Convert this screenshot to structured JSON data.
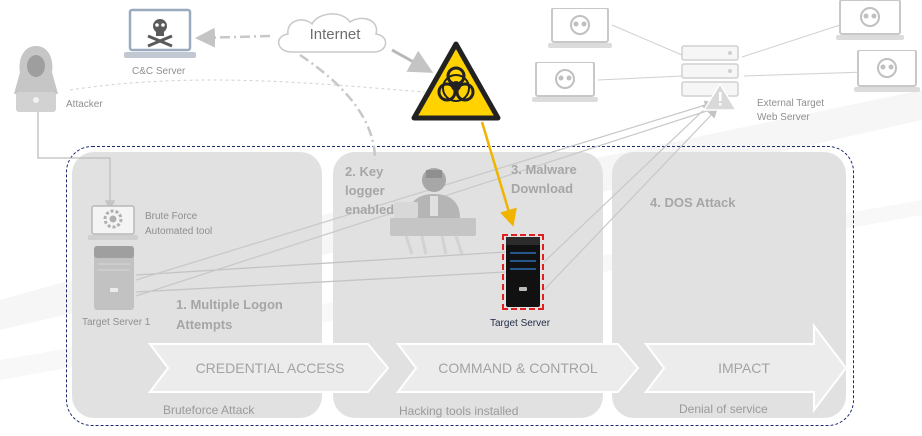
{
  "cloud": {
    "label": "Internet"
  },
  "attacker": {
    "label": "Attacker"
  },
  "cc_server": {
    "label": "C&C Server"
  },
  "external_server": {
    "label_line1": "External Target",
    "label_line2": "Web Server"
  },
  "tool": {
    "label_line1": "Brute Force",
    "label_line2": "Automated tool"
  },
  "target_server_1": {
    "label": "Target Server 1"
  },
  "target_server": {
    "label": "Target Server"
  },
  "steps": {
    "step1_line1": "1. Multiple Logon",
    "step1_line2": "Attempts",
    "step2_line1": "2. Key",
    "step2_line2": "logger",
    "step2_line3": "enabled",
    "step3_line1": "3. Malware",
    "step3_line2": "Download",
    "step4": "4. DOS Attack"
  },
  "phases": [
    {
      "label": "CREDENTIAL ACCESS",
      "footer": "Bruteforce Attack"
    },
    {
      "label": "COMMAND & CONTROL",
      "footer": "Hacking tools installed"
    },
    {
      "label": "IMPACT",
      "footer": "Denial of service"
    }
  ],
  "colors": {
    "malware_arrow": "#f0b400",
    "hazard_fill": "#ffd200",
    "highlight_border": "#e02020",
    "dashed_border": "#1a2a6c"
  }
}
